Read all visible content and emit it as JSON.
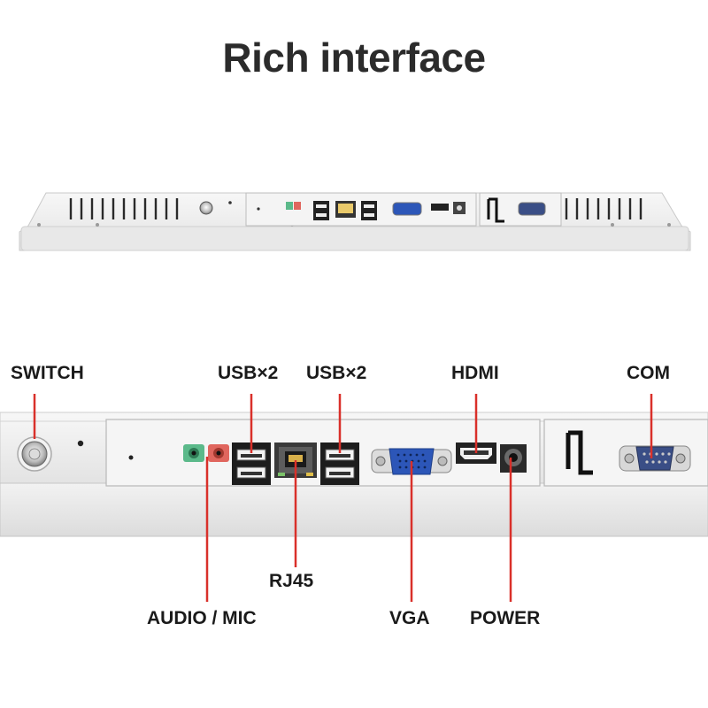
{
  "title": "Rich interface",
  "labels": {
    "switch": "SWITCH",
    "usb_left": "USB×2",
    "usb_right": "USB×2",
    "hdmi": "HDMI",
    "com": "COM",
    "rj45": "RJ45",
    "audio_mic": "AUDIO / MIC",
    "vga": "VGA",
    "power": "POWER"
  },
  "colors": {
    "pointer": "#d9302a",
    "audio_jack": "#5bb98a",
    "mic_jack": "#e0665e",
    "vga_port": "#2c56b8",
    "chassis": "#ededed"
  }
}
